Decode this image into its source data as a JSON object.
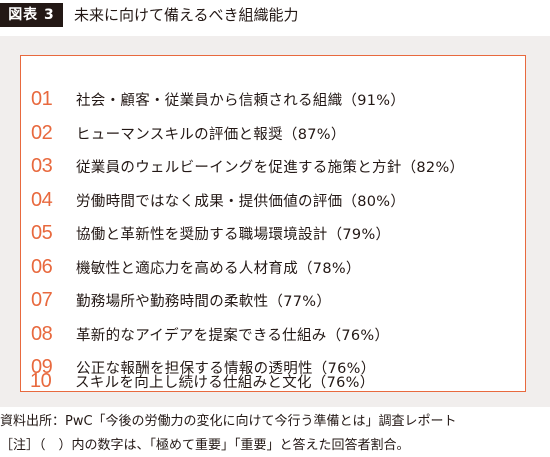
{
  "header": {
    "badge": "図表 3",
    "title": "未来に向けて備えるべき組織能力"
  },
  "items": [
    {
      "num": "01",
      "text": "社会・顧客・従業員から信頼される組織（91%）"
    },
    {
      "num": "02",
      "text": "ヒューマンスキルの評価と報奨（87%）"
    },
    {
      "num": "03",
      "text": "従業員のウェルビーイングを促進する施策と方針（82%）"
    },
    {
      "num": "04",
      "text": "労働時間ではなく成果・提供価値の評価（80%）"
    },
    {
      "num": "05",
      "text": "協働と革新性を奨励する職場環境設計（79%）"
    },
    {
      "num": "06",
      "text": "機敏性と適応力を高める人材育成（78%）"
    },
    {
      "num": "07",
      "text": "勤務場所や勤務時間の柔軟性（77%）"
    },
    {
      "num": "08",
      "text": "革新的なアイデアを提案できる仕組み（76%）"
    },
    {
      "num": "09",
      "text": "公正な報酬を担保する情報の透明性（76%）"
    },
    {
      "num": "10",
      "text": "スキルを向上し続ける仕組みと文化（76%）"
    }
  ],
  "footer": {
    "source": "資料出所：PwC「今後の労働力の変化に向けて今行う準備とは」調査レポート",
    "note": "［注］（　）内の数字は、「極めて重要」「重要」と答えた回答者割合。"
  },
  "colors": {
    "accent": "#e8693e",
    "panel_bg": "#f1eeed",
    "text": "#231815"
  }
}
